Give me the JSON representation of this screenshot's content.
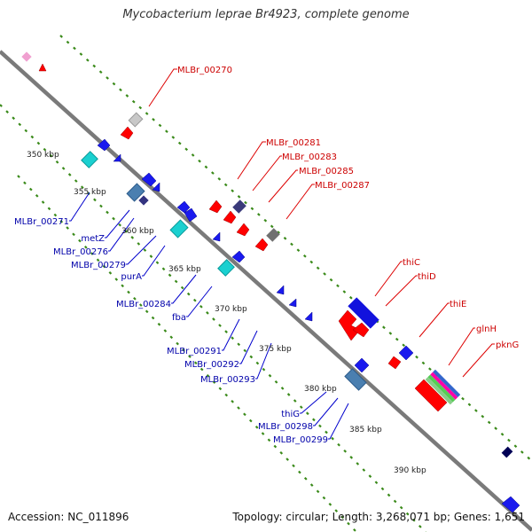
{
  "header": {
    "title": "Mycobacterium leprae Br4923, complete genome"
  },
  "footer": {
    "accession": "Accession: NC_011896",
    "topology": "Topology: circular; Length: 3,268,071 bp; Genes: 1,651"
  },
  "ticks": [
    "350 kbp",
    "355 kbp",
    "360 kbp",
    "365 kbp",
    "370 kbp",
    "375 kbp",
    "380 kbp",
    "385 kbp",
    "390 kbp"
  ],
  "forward_labels": [
    "MLBr_00270",
    "MLBr_00281",
    "MLBr_00283",
    "MLBr_00285",
    "MLBr_00287",
    "thiC",
    "thiD",
    "thiE",
    "glnH",
    "pknG"
  ],
  "reverse_labels": [
    "MLBr_00271",
    "metZ",
    "MLBr_00276",
    "MLBr_00279",
    "purA",
    "MLBr_00284",
    "fba",
    "MLBr_00291",
    "MLBr_00292",
    "MLBr_00293",
    "thiG",
    "MLBr_00298",
    "MLBr_00299"
  ],
  "colors": {
    "forward_label": "#cc0000",
    "reverse_label": "#0000aa",
    "backbone": "#888888",
    "dotted_track": "#3a8a1a"
  }
}
